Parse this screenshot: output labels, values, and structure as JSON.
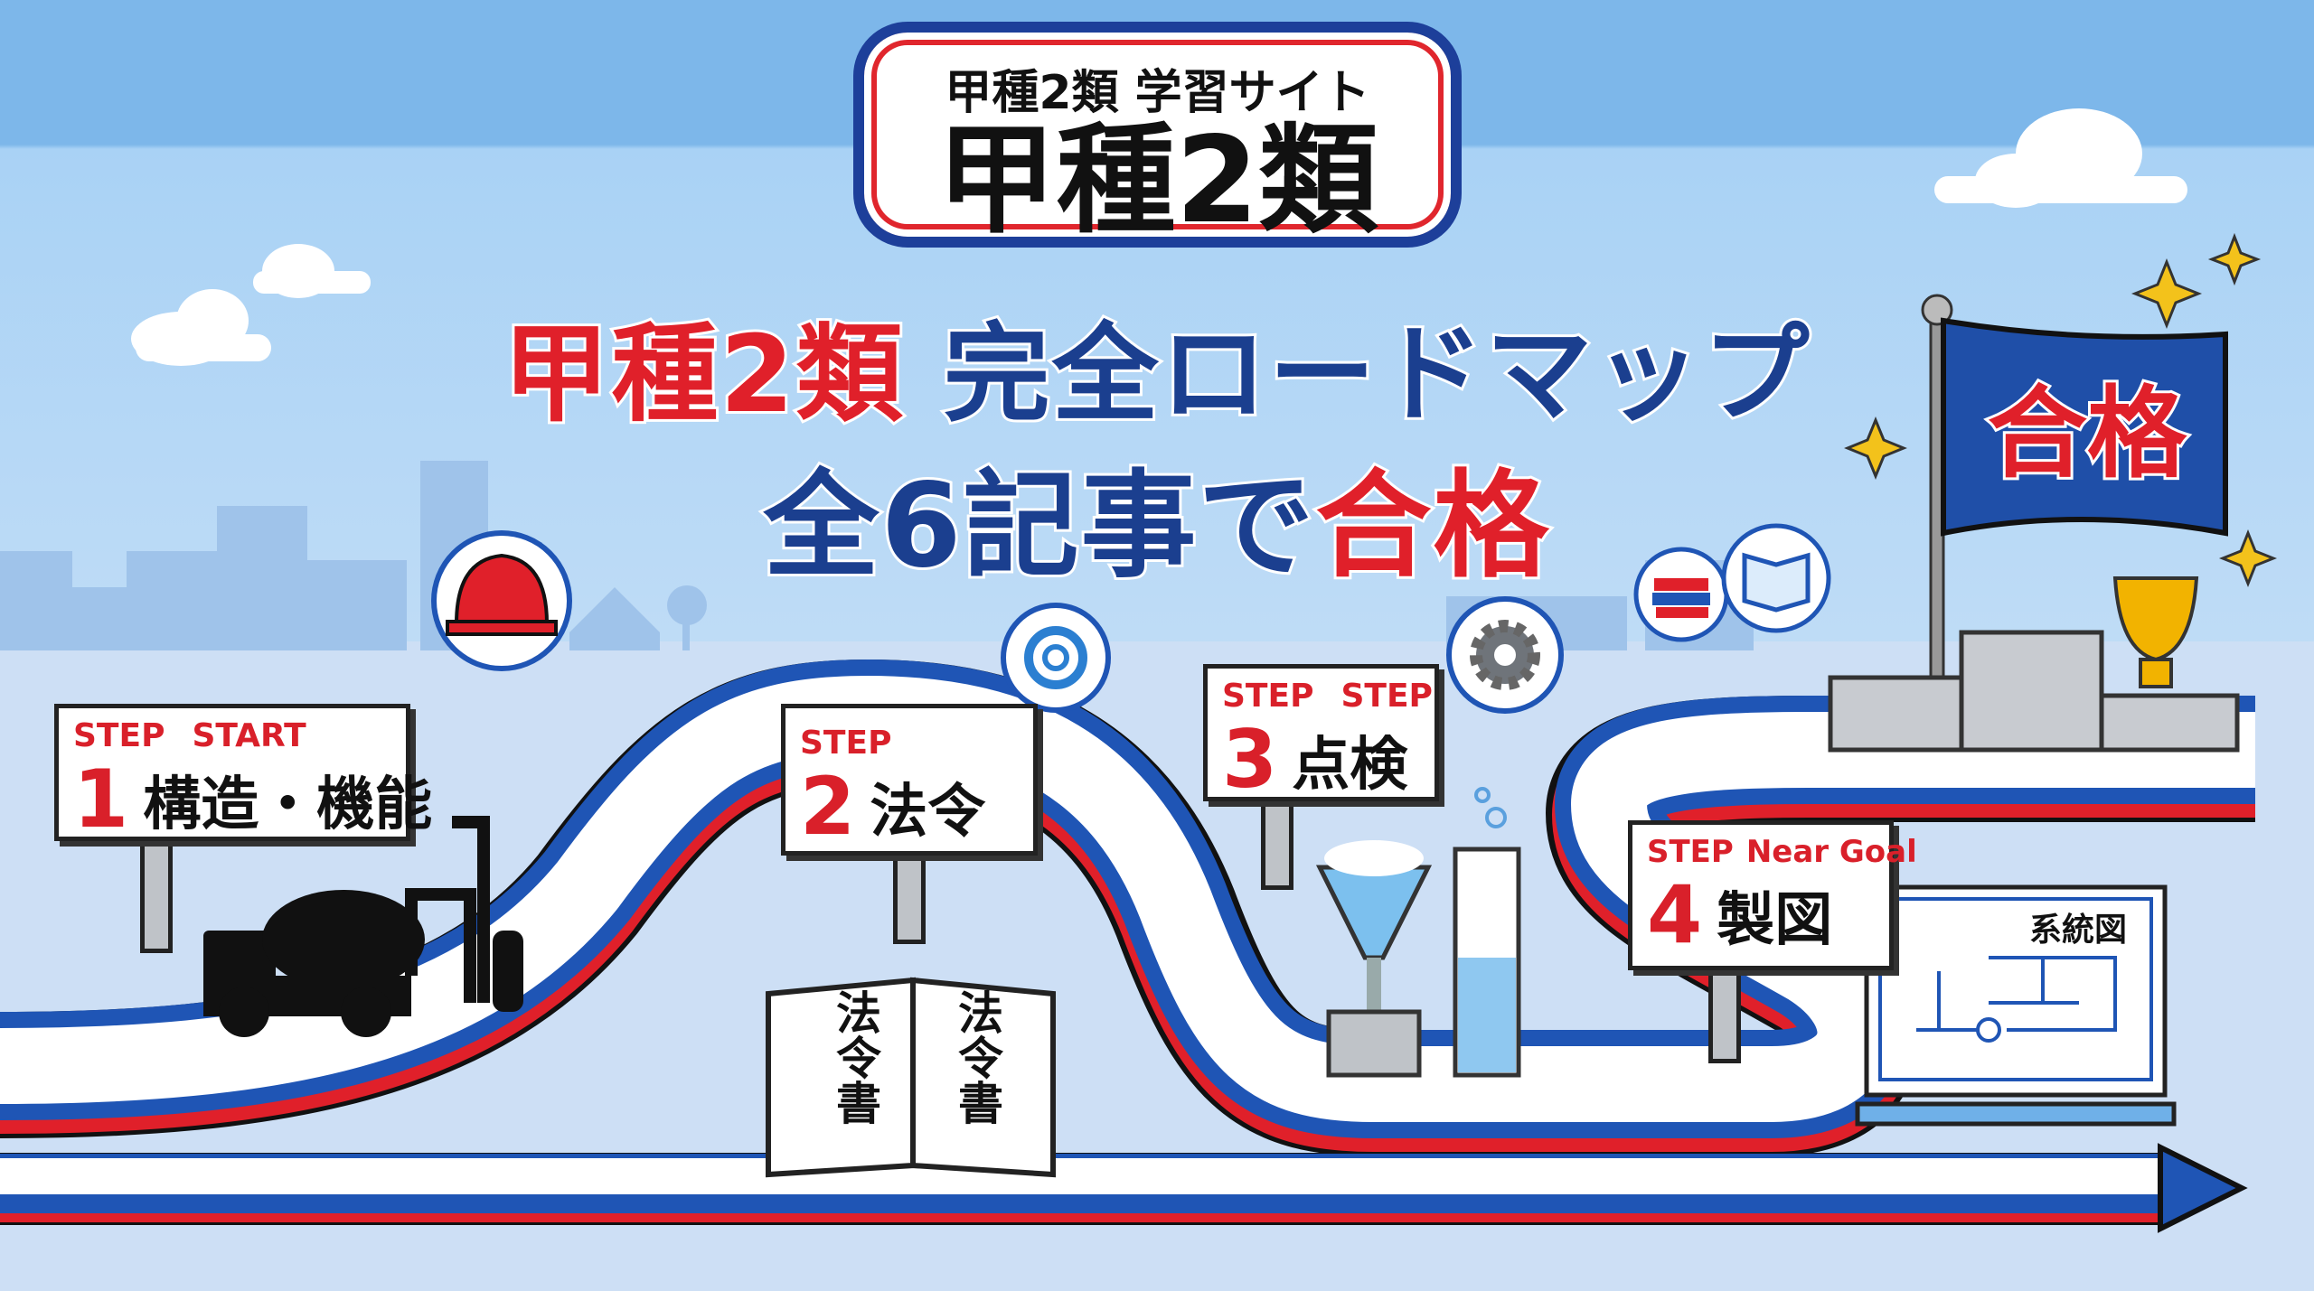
{
  "site_badge": {
    "subtitle": "甲種2類 学習サイト",
    "title": "甲種2類"
  },
  "headline": {
    "line1_red": "甲種2類",
    "line1_navy": "完全ロードマップ",
    "line2_navy": "全6記事で",
    "line2_red": "合格"
  },
  "steps": [
    {
      "tag": "STEP",
      "extra": "START",
      "number": "1",
      "label": "構造・機能"
    },
    {
      "tag": "STEP",
      "extra": "",
      "number": "2",
      "label": "法令"
    },
    {
      "tag": "STEP",
      "extra": "STEP",
      "number": "3",
      "label": "点検"
    },
    {
      "tag": "STEP",
      "extra": "Near Goal",
      "number": "4",
      "label": "製図"
    }
  ],
  "goal_flag": "合格",
  "book": {
    "left_page": "法令書",
    "right_page": "法令書"
  },
  "blueprint_title": "系統図",
  "colors": {
    "navy": "#1b3f8f",
    "red": "#e0202a",
    "road_blue": "#1f55b5",
    "sky": "#7db7ea"
  }
}
